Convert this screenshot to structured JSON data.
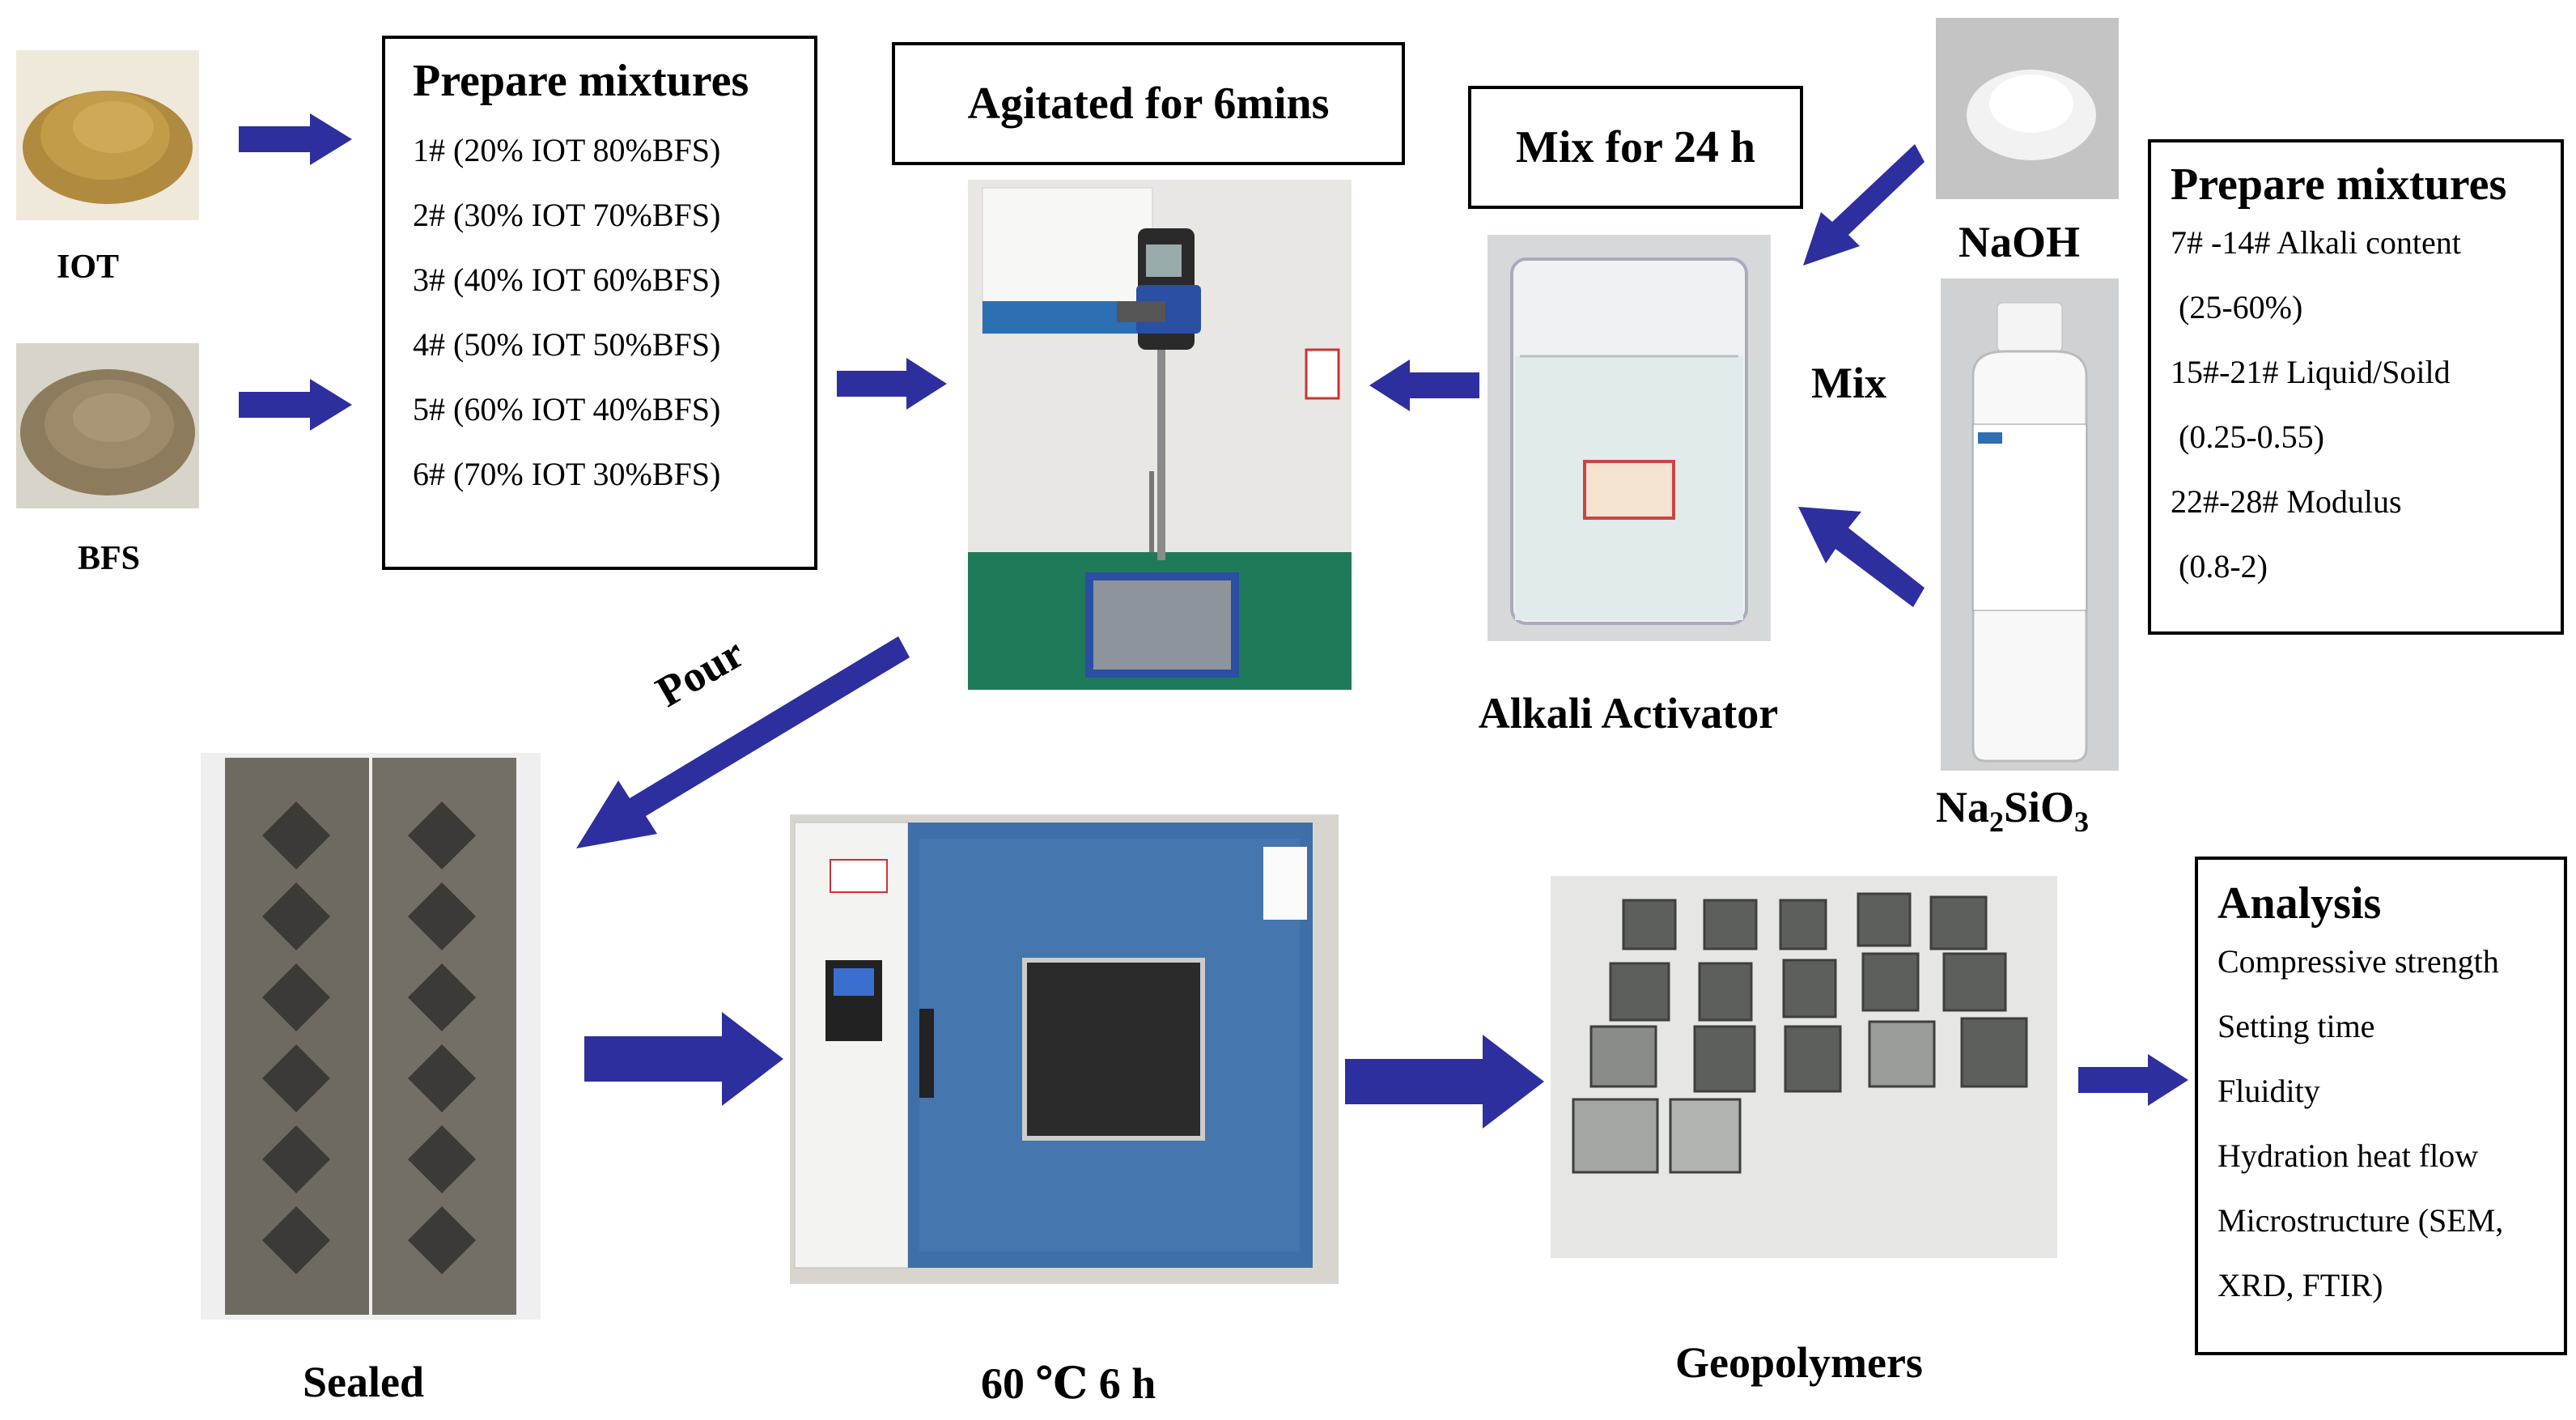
{
  "materials": {
    "iot_label": "IOT",
    "bfs_label": "BFS"
  },
  "mixtures_box_1": {
    "title": "Prepare mixtures",
    "lines": [
      "1# (20% IOT 80%BFS)",
      "2# (30% IOT 70%BFS)",
      "3# (40% IOT 60%BFS)",
      "4# (50% IOT 50%BFS)",
      "5# (60% IOT 40%BFS)",
      "6# (70% IOT 30%BFS)"
    ]
  },
  "agitated_box": {
    "title": "Agitated for 6mins"
  },
  "mix24_box": {
    "title": "Mix for 24 h"
  },
  "alkali": {
    "naoh_label": "NaOH",
    "mix_label": "Mix",
    "activator_label": "Alkali Activator",
    "silicate_label_main": "Na",
    "silicate_sub_1": "2",
    "silicate_mid": "SiO",
    "silicate_sub_2": "3"
  },
  "mixtures_box_2": {
    "title": "Prepare mixtures",
    "lines": [
      "7# -14# Alkali content",
      " (25-60%)",
      "15#-21# Liquid/Soild",
      " (0.25-0.55)",
      "22#-28# Modulus",
      " (0.8-2)"
    ]
  },
  "flow": {
    "pour_label": "Pour",
    "sealed_label": "Sealed",
    "cure_label": "60 ℃ 6 h",
    "geopolymers_label": "Geopolymers"
  },
  "analysis_box": {
    "title": "Analysis",
    "lines": [
      "Compressive strength",
      "Setting time",
      "Fluidity",
      "Hydration heat flow",
      "Microstructure (SEM,",
      "XRD, FTIR)"
    ]
  },
  "colors": {
    "arrow": "#2d2f9e",
    "iot_powder": "#b08a3e",
    "bfs_powder": "#8d7b5e",
    "oven_blue": "#3f6fa8",
    "mold_steel": "#6e6a62",
    "bench_green": "#1f7a5a"
  }
}
